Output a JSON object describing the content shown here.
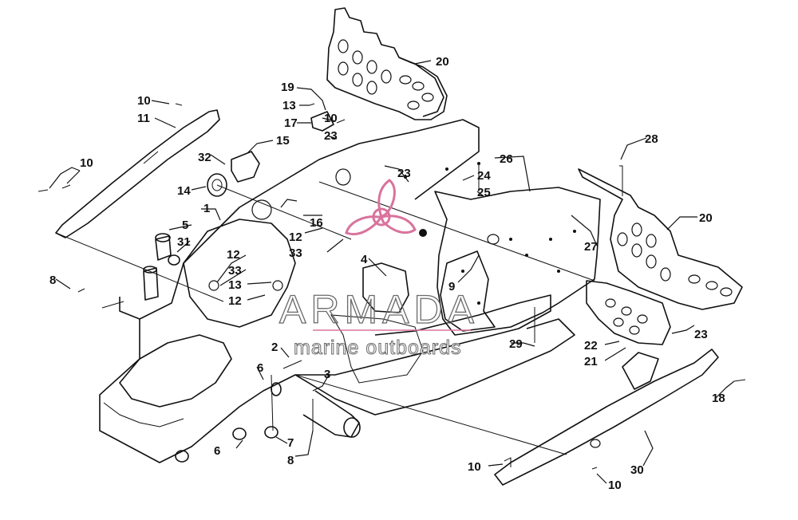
{
  "watermark": {
    "brand": "ARMADA",
    "tagline": "marine outboards",
    "logo_icon": "propeller-logo-icon",
    "accent_color": "#d9739c"
  },
  "callouts": [
    {
      "id": "c1",
      "text": "1"
    },
    {
      "id": "c2",
      "text": "2"
    },
    {
      "id": "c3",
      "text": "3"
    },
    {
      "id": "c4",
      "text": "4"
    },
    {
      "id": "c5",
      "text": "5"
    },
    {
      "id": "c6a",
      "text": "6"
    },
    {
      "id": "c6b",
      "text": "6"
    },
    {
      "id": "c7",
      "text": "7"
    },
    {
      "id": "c8a",
      "text": "8"
    },
    {
      "id": "c8b",
      "text": "8"
    },
    {
      "id": "c9",
      "text": "9"
    },
    {
      "id": "c10a",
      "text": "10"
    },
    {
      "id": "c10b",
      "text": "10"
    },
    {
      "id": "c10c",
      "text": "10"
    },
    {
      "id": "c10d",
      "text": "10"
    },
    {
      "id": "c10e",
      "text": "10"
    },
    {
      "id": "c11",
      "text": "11"
    },
    {
      "id": "c12a",
      "text": "12"
    },
    {
      "id": "c12b",
      "text": "12"
    },
    {
      "id": "c12c",
      "text": "12"
    },
    {
      "id": "c13a",
      "text": "13"
    },
    {
      "id": "c13b",
      "text": "13"
    },
    {
      "id": "c14",
      "text": "14"
    },
    {
      "id": "c15",
      "text": "15"
    },
    {
      "id": "c16",
      "text": "16"
    },
    {
      "id": "c17",
      "text": "17"
    },
    {
      "id": "c18",
      "text": "18"
    },
    {
      "id": "c19",
      "text": "19"
    },
    {
      "id": "c20a",
      "text": "20"
    },
    {
      "id": "c20b",
      "text": "20"
    },
    {
      "id": "c21",
      "text": "21"
    },
    {
      "id": "c22",
      "text": "22"
    },
    {
      "id": "c23a",
      "text": "23"
    },
    {
      "id": "c23b",
      "text": "23"
    },
    {
      "id": "c23c",
      "text": "23"
    },
    {
      "id": "c24",
      "text": "24"
    },
    {
      "id": "c25",
      "text": "25"
    },
    {
      "id": "c26",
      "text": "26"
    },
    {
      "id": "c27",
      "text": "27"
    },
    {
      "id": "c28",
      "text": "28"
    },
    {
      "id": "c29",
      "text": "29"
    },
    {
      "id": "c30",
      "text": "30"
    },
    {
      "id": "c31",
      "text": "31"
    },
    {
      "id": "c32",
      "text": "32"
    },
    {
      "id": "c33a",
      "text": "33"
    },
    {
      "id": "c33b",
      "text": "33"
    }
  ]
}
